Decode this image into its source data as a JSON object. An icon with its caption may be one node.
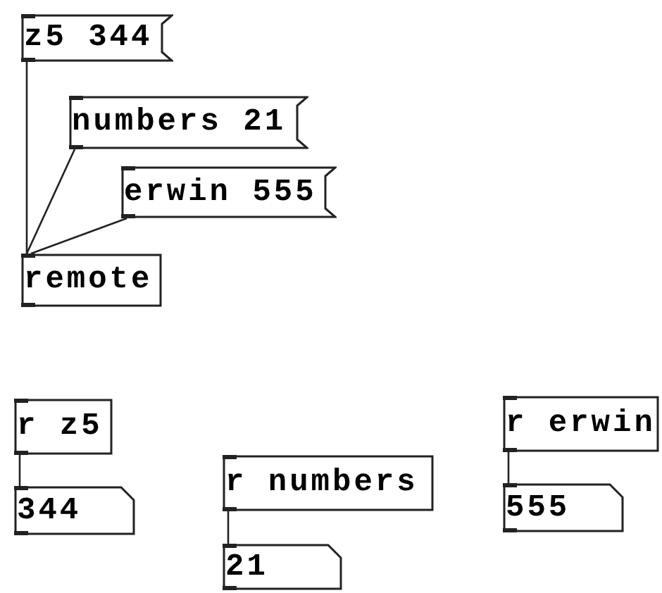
{
  "diagram": {
    "nodes": [
      {
        "text": [
          "z5 344"
        ]
      },
      {
        "text": [
          "numbers 21"
        ]
      },
      {
        "text": [
          "erwin 555"
        ]
      },
      {
        "text": [
          "remote"
        ]
      },
      {
        "text": [
          "r z5"
        ]
      },
      {
        "text": [
          "344"
        ]
      },
      {
        "text": [
          "r numbers"
        ]
      },
      {
        "text": [
          "21"
        ]
      },
      {
        "text": [
          "r erwin"
        ]
      },
      {
        "text": [
          "555"
        ]
      }
    ],
    "edges": [
      {
        "from": 0,
        "to": 3,
        "arrow": "none"
      },
      {
        "from": 1,
        "to": 3,
        "arrow": "none"
      },
      {
        "from": 2,
        "to": 3,
        "arrow": "none"
      },
      {
        "from": 4,
        "to": 5,
        "arrow": "none"
      },
      {
        "from": 6,
        "to": 7,
        "arrow": "none"
      },
      {
        "from": 8,
        "to": 9,
        "arrow": "none"
      }
    ]
  }
}
